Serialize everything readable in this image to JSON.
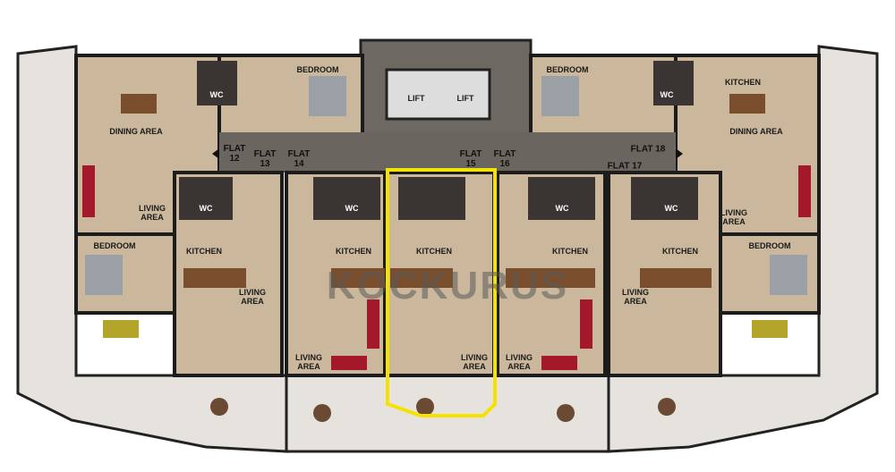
{
  "watermark": "KOCKURUS",
  "flats": [
    "FLAT\n12",
    "FLAT\n13",
    "FLAT\n14",
    "FLAT\n15",
    "FLAT\n16",
    "FLAT 17",
    "FLAT 18"
  ],
  "lifts": [
    "LIFT",
    "LIFT"
  ],
  "rooms": {
    "dining_left": "DINING AREA",
    "bedroom_tl": "BEDROOM",
    "wc_tl": "WC",
    "living_12": "LIVING\nAREA",
    "bedroom_ml": "BEDROOM",
    "wc_13": "WC",
    "kitchen_13": "KITCHEN",
    "living_13": "LIVING\nAREA",
    "wc_14": "WC",
    "kitchen_14": "KITCHEN",
    "living_14": "LIVING\nAREA",
    "kitchen_15": "KITCHEN",
    "living_15": "LIVING\nAREA",
    "wc_16": "WC",
    "kitchen_16": "KITCHEN",
    "living_16": "LIVING\nAREA",
    "wc_17": "WC",
    "kitchen_17": "KITCHEN",
    "living_17": "LIVING\nAREA",
    "bedroom_tr": "BEDROOM",
    "wc_tr": "WC",
    "kitchen_18": "KITCHEN",
    "dining_right": "DINING AREA",
    "living_18": "LIVING\nAREA",
    "bedroom_mr": "BEDROOM"
  },
  "colors": {
    "floor": "#cbb89c",
    "wall": "#1c1c1c",
    "corridor": "#6b6560",
    "terrace": "#e6e3de",
    "highlight": "#f5e200"
  }
}
